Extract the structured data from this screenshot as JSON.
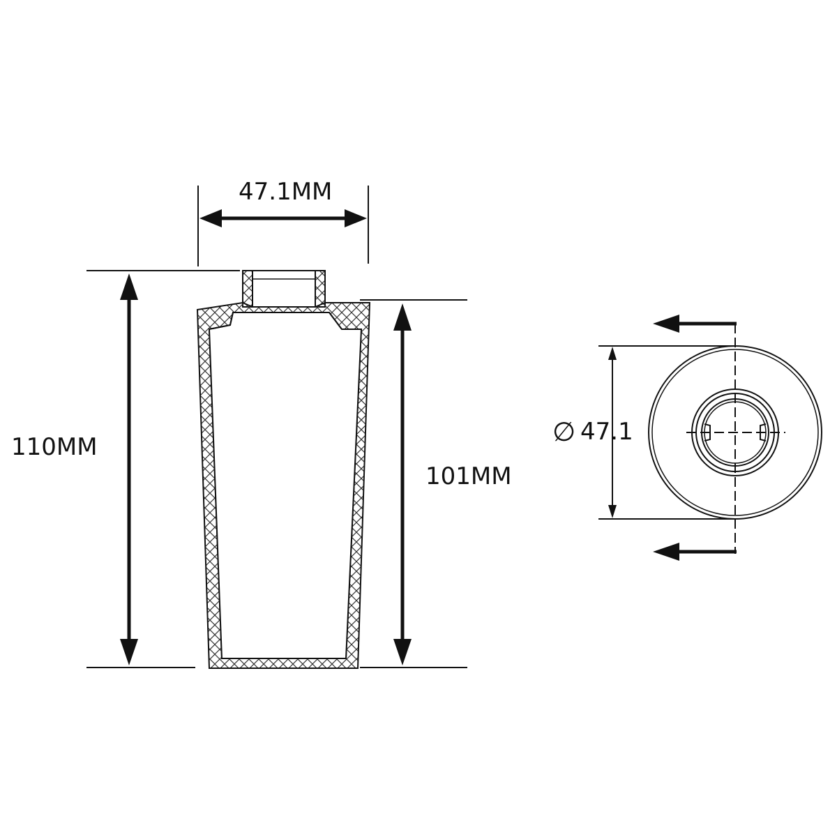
{
  "dimensions": {
    "top_width": "47.1MM",
    "total_height": "110MM",
    "body_height": "101MM",
    "diameter_symbol": "∅",
    "diameter_value": "47.1"
  },
  "colors": {
    "line": "#111111",
    "background": "#ffffff"
  }
}
